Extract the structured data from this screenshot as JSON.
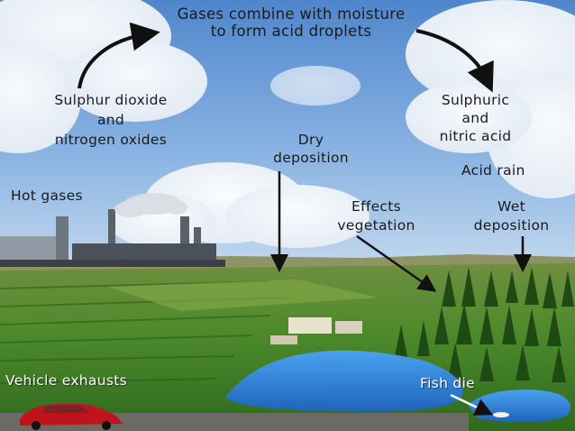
{
  "labels": {
    "gases_combine_line1": "Gases combine with moisture",
    "gases_combine_line2": "to form acid droplets",
    "sulphur_line1": "Sulphur dioxide",
    "sulphur_line2": "and",
    "sulphur_line3": "nitrogen oxides",
    "sulphuric_line1": "Sulphuric",
    "sulphuric_line2": "and",
    "sulphuric_line3": "nitric acid",
    "dry_line1": "Dry",
    "dry_line2": "deposition",
    "acid_rain": "Acid rain",
    "hot_gases": "Hot gases",
    "effects_line1": "Effects",
    "effects_line2": "vegetation",
    "wet_line1": "Wet",
    "wet_line2": "deposition",
    "vehicle_exhausts": "Vehicle exhausts",
    "fish_die": "Fish die"
  },
  "colors": {
    "sky_top": "#5b8fd0",
    "sky_bottom": "#a9c9ea",
    "field_green": "#3f7a2a",
    "water_blue": "#2f7fd6",
    "text_dark": "#1b1b1b",
    "car_red": "#c0141c"
  }
}
